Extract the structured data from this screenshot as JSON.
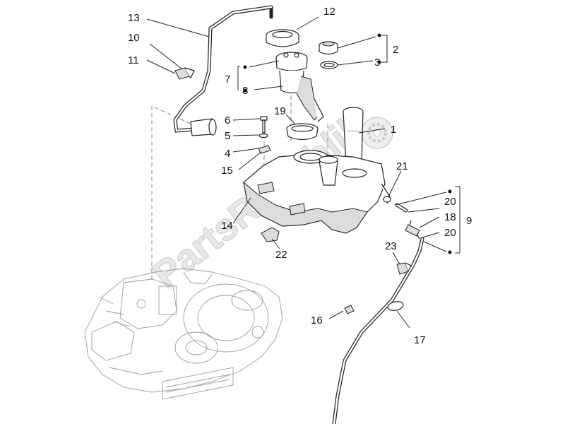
{
  "watermark": "PartsRepublik",
  "callouts": {
    "c1": "1",
    "c2": "2",
    "c3": "3",
    "c4": "4",
    "c5": "5",
    "c6": "6",
    "c7": "7",
    "c8": "8",
    "c9": "9",
    "c10": "10",
    "c11": "11",
    "c12": "12",
    "c13": "13",
    "c14": "14",
    "c15": "15",
    "c16": "16",
    "c17": "17",
    "c18": "18",
    "c19": "19",
    "c20a": "20",
    "c20b": "20",
    "c21": "21",
    "c22": "22",
    "c23": "23"
  },
  "icons": {
    "gear": "gear-icon"
  }
}
